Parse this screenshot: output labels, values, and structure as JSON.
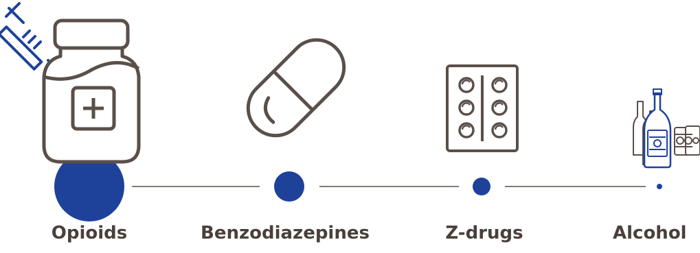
{
  "colors": {
    "icon_stroke": "#5a4f49",
    "accent_blue": "#1e419a",
    "line": "#5a4f49",
    "label_text": "#4a3f3a"
  },
  "items": [
    {
      "label": "Opioids",
      "icon": "medicine-bottle-syringe-icon"
    },
    {
      "label": "Benzodiazepines",
      "icon": "capsule-pill-icon"
    },
    {
      "label": "Z-drugs",
      "icon": "blister-pack-icon"
    },
    {
      "label": "Alcohol",
      "icon": "alcohol-bottles-icon"
    }
  ]
}
